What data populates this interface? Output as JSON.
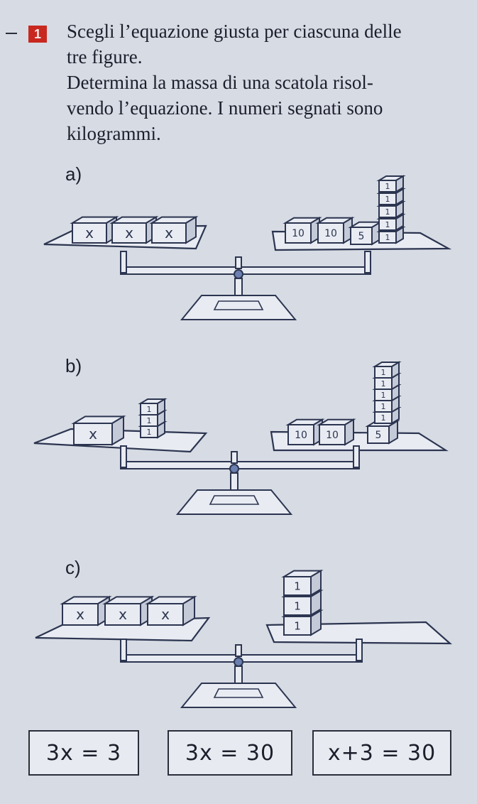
{
  "exercise": {
    "number": "1",
    "paragraphs": [
      "Scegli l’equazione giusta per ciascuna delle tre figure.",
      "Determina la massa di una scatola risol-vendo l’equazione. I numeri segnati sono kilogrammi."
    ],
    "lines": [
      "Scegli l’equazione giusta per ciascuna delle",
      "tre figure.",
      "Determina la massa di una scatola risol-",
      "vendo l’equazione. I numeri segnati sono",
      "kilogrammi."
    ]
  },
  "figures": [
    {
      "label": "a)",
      "left_boxes": [
        "x",
        "x",
        "x"
      ],
      "right_weights": [
        "10",
        "10",
        "5"
      ],
      "right_stack": [
        "1",
        "1",
        "1",
        "1",
        "1"
      ]
    },
    {
      "label": "b)",
      "left_boxes": [
        "x"
      ],
      "left_stack": [
        "1",
        "1",
        "1"
      ],
      "right_weights": [
        "10",
        "10",
        "5"
      ],
      "right_stack": [
        "1",
        "1",
        "1",
        "1",
        "1"
      ]
    },
    {
      "label": "c)",
      "left_boxes": [
        "x",
        "x",
        "x"
      ],
      "right_stack": [
        "1",
        "1",
        "1"
      ]
    }
  ],
  "equations": [
    "3x = 3",
    "3x = 30",
    "x+3 = 30"
  ]
}
